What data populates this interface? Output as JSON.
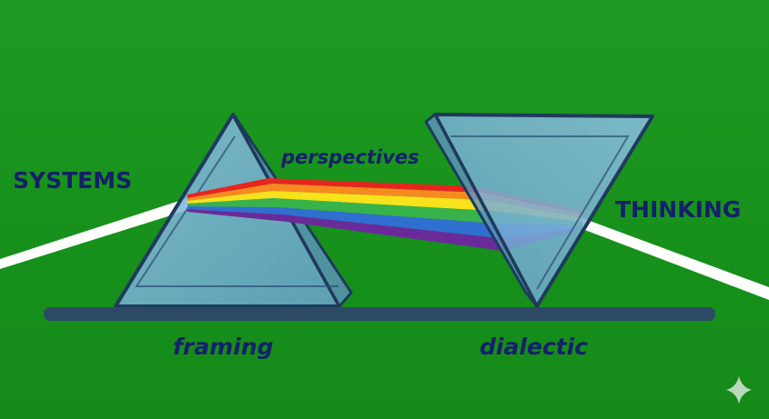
{
  "labels": {
    "left": "SYSTEMS",
    "right": "THINKING",
    "beam": "perspectives",
    "prism_left": "framing",
    "prism_right": "dialectic"
  },
  "colors": {
    "background": "#1a8f1e",
    "ink": "#15206b",
    "prism_fill": "#7fb3d8",
    "prism_edge": "#1f3a5c",
    "ground": "#2c4a66",
    "light_beam": "#ffffff",
    "spectrum": [
      "#e5261f",
      "#f58a1f",
      "#f7e21c",
      "#37b34a",
      "#2f6fd0",
      "#6a2a9a"
    ]
  },
  "icons": {
    "corner": "sparkle-icon"
  }
}
